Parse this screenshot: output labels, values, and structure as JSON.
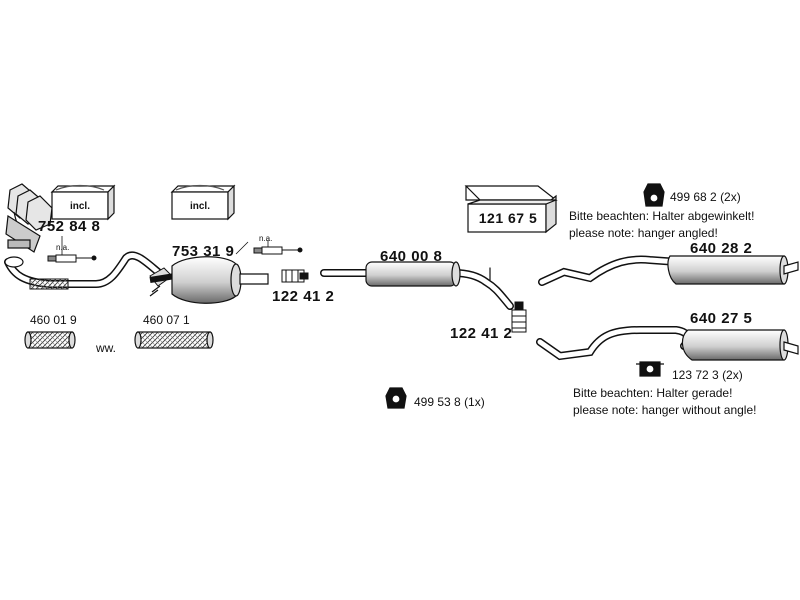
{
  "parts": {
    "manifold": "752 84 8",
    "catalyst": "753 31 9",
    "clamp_front": "122 41 2",
    "clamp_rear": "122 41 2",
    "middle_muffler": "640 00 8",
    "rear_muffler_angled": "640 28 2",
    "rear_muffler_straight": "640 27 5",
    "flex_pipe_1": "460 01 9",
    "flex_pipe_2": "460 07 1",
    "mounting_kit_box": "121 67 5"
  },
  "hangers": {
    "angled": "499 68 2",
    "angled_qty": "(2x)",
    "straight": "123 72 3",
    "straight_qty": "(2x)",
    "middle": "499 53 8",
    "middle_qty": "(1x)"
  },
  "labels": {
    "incl_1": "incl.",
    "incl_2": "incl.",
    "na_1": "n.a.",
    "na_2": "n.a.",
    "ww": "ww."
  },
  "notes": {
    "angled_de": "Bitte beachten: Halter abgewinkelt!",
    "angled_en": "please note: hanger angled!",
    "straight_de": "Bitte beachten: Halter gerade!",
    "straight_en": "please note: hanger without angle!"
  }
}
